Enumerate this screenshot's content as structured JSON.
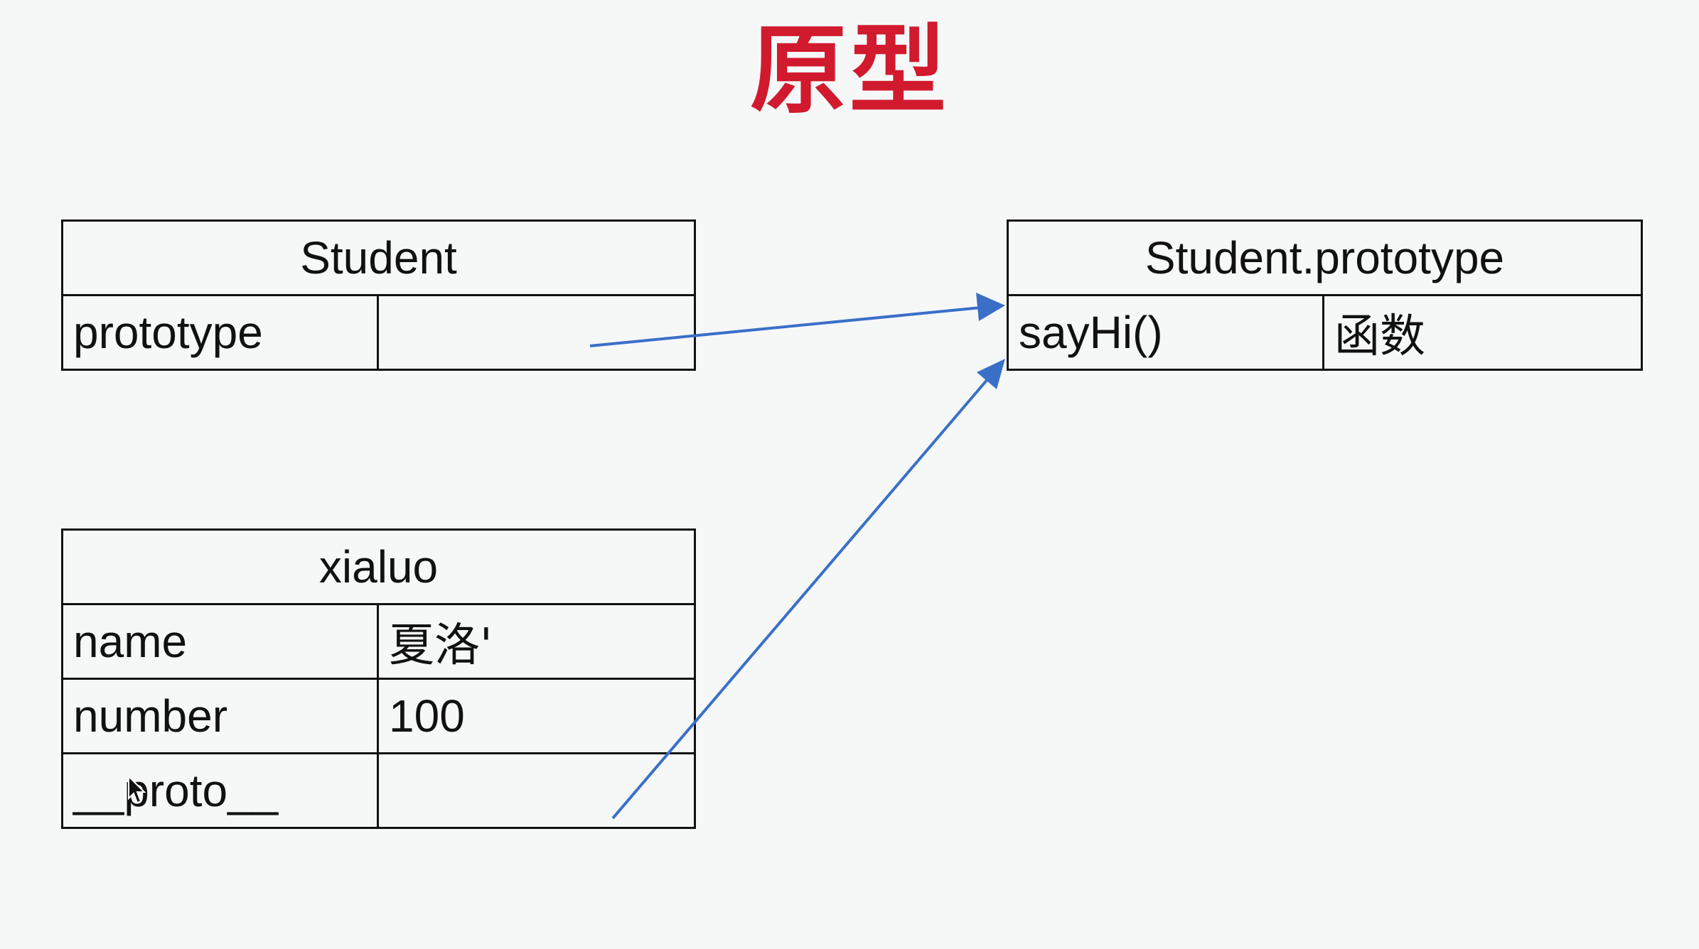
{
  "title": "原型",
  "student_box": {
    "header": "Student",
    "rows": [
      {
        "key": "prototype",
        "value": ""
      }
    ]
  },
  "prototype_box": {
    "header": "Student.prototype",
    "rows": [
      {
        "key": "sayHi()",
        "value": "函数"
      }
    ]
  },
  "instance_box": {
    "header": "xialuo",
    "rows": [
      {
        "key": "name",
        "value": "夏洛'"
      },
      {
        "key": "number",
        "value": "100"
      },
      {
        "key": "__proto__",
        "value": ""
      }
    ]
  },
  "colors": {
    "title": "#d11a2d",
    "arrow": "#3a6fc8",
    "border": "#111111"
  }
}
